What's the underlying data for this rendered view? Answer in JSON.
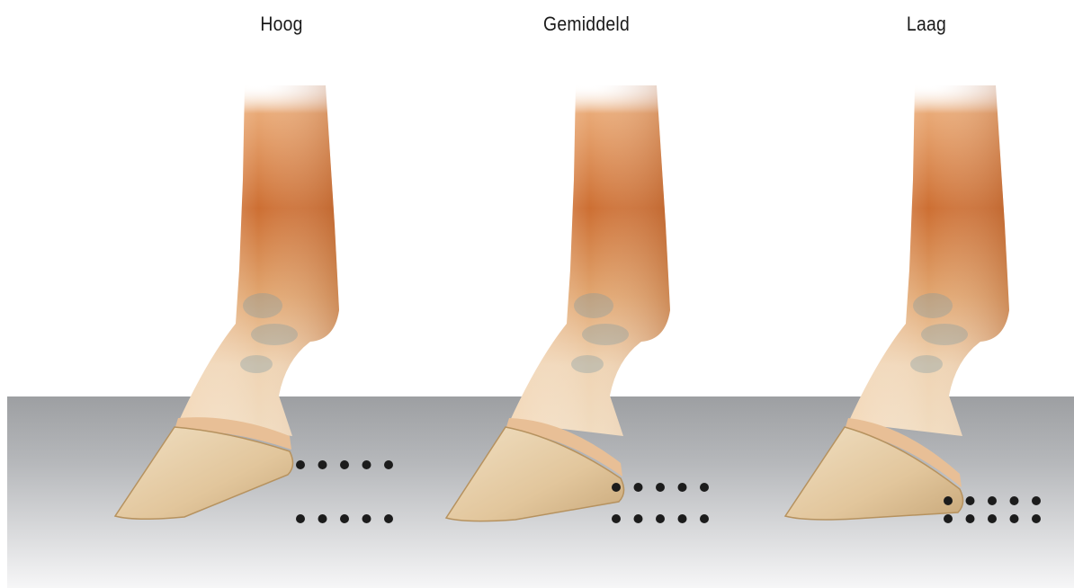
{
  "columns": [
    {
      "label": "Hoog"
    },
    {
      "label": "Gemiddeld"
    },
    {
      "label": "Laag"
    }
  ],
  "colors": {
    "ground_top": "#9d9fa2",
    "ground_bottom": "#f6f6f7",
    "leg_dark": "#c9672a",
    "leg_light": "#e7b88a",
    "hoof": "#e4cca5",
    "dots": "#1c1c1c"
  }
}
